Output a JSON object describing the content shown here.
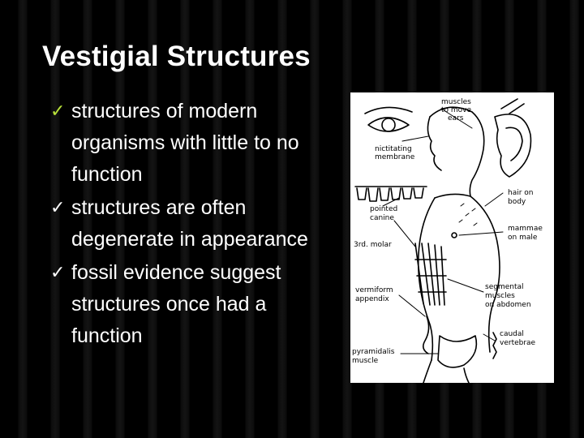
{
  "slide": {
    "title": "Vestigial Structures",
    "bullets": [
      "structures of modern organisms with little to no function",
      "structures are often degenerate in appearance",
      "fossil evidence suggest structures once had a function"
    ],
    "bullet_icon": "check-icon",
    "accent_color": "#b9e23a"
  },
  "figure": {
    "labels": {
      "muscles_ears_1": "muscles",
      "muscles_ears_2": "to move",
      "muscles_ears_3": "ears",
      "nictitating_1": "nictitating",
      "nictitating_2": "membrane",
      "hair_1": "hair on",
      "hair_2": "body",
      "canine_1": "pointed",
      "canine_2": "canine",
      "mammae_1": "mammae",
      "mammae_2": "on male",
      "molar": "3rd. molar",
      "appendix_1": "vermiform",
      "appendix_2": "appendix",
      "segmental_1": "segmental",
      "segmental_2": "muscles",
      "segmental_3": "on abdomen",
      "caudal_1": "caudal",
      "caudal_2": "vertebrae",
      "pyramidalis_1": "pyramidalis",
      "pyramidalis_2": "muscle"
    }
  }
}
